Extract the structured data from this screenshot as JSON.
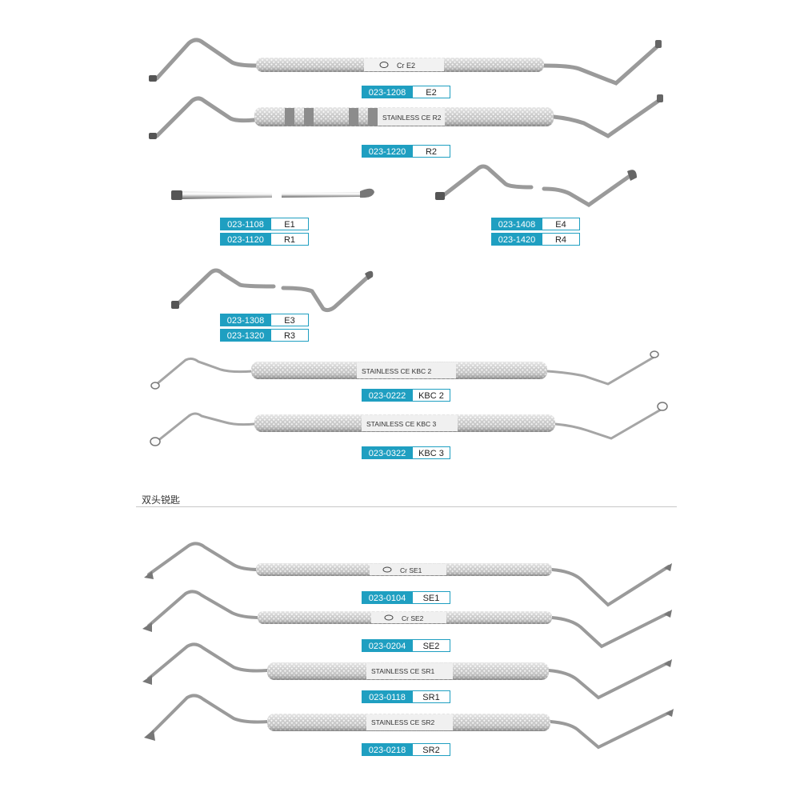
{
  "colors": {
    "label_bg": "#1f9fc1",
    "steel_light": "#f2f2f2",
    "steel_dark": "#8a8a8a",
    "knurl": "#b9b9b9"
  },
  "section": {
    "title": "双头锐匙"
  },
  "handles": {
    "e2": "Cr   E2",
    "r2": "STAINLESS CE  R2",
    "kbc2": "STAINLESS CE  KBC 2",
    "kbc3": "STAINLESS CE  KBC 3",
    "se1": "Cr   SE1",
    "se2": "Cr   SE2",
    "sr1": "STAINLESS CE  SR1",
    "sr2": "STAINLESS CE  SR2"
  },
  "labels": {
    "e2": {
      "code": "023-1208",
      "name": "E2"
    },
    "r2": {
      "code": "023-1220",
      "name": "R2"
    },
    "e1": {
      "code": "023-1108",
      "name": "E1"
    },
    "r1": {
      "code": "023-1120",
      "name": "R1"
    },
    "e4": {
      "code": "023-1408",
      "name": "E4"
    },
    "r4": {
      "code": "023-1420",
      "name": "R4"
    },
    "e3": {
      "code": "023-1308",
      "name": "E3"
    },
    "r3": {
      "code": "023-1320",
      "name": "R3"
    },
    "kbc2": {
      "code": "023-0222",
      "name": "KBC 2"
    },
    "kbc3": {
      "code": "023-0322",
      "name": "KBC 3"
    },
    "se1": {
      "code": "023-0104",
      "name": "SE1"
    },
    "se2": {
      "code": "023-0204",
      "name": "SE2"
    },
    "sr1": {
      "code": "023-0118",
      "name": "SR1"
    },
    "sr2": {
      "code": "023-0218",
      "name": "SR2"
    }
  }
}
